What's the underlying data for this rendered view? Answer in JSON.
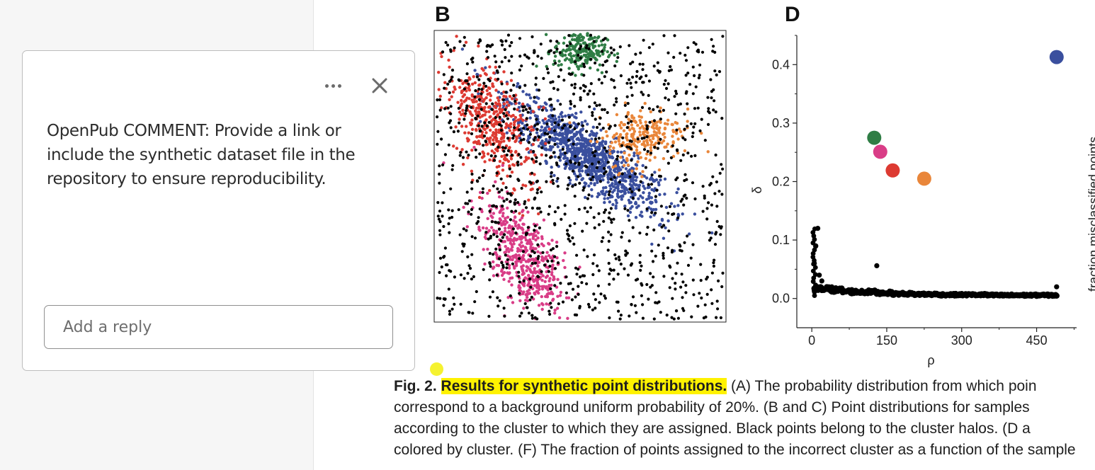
{
  "comment": {
    "text": "OpenPub COMMENT: Provide a link or include the synthetic dataset file in the repository to ensure reproducibility.",
    "reply_placeholder": "Add a reply",
    "more_icon": "more-horizontal-icon",
    "close_icon": "close-icon"
  },
  "figure": {
    "panel_b_label": "B",
    "panel_d_label": "D",
    "right_axis_label": "fraction misclassified points",
    "caption": {
      "fig_label": "Fig. 2.",
      "title": "Results for synthetic point distributions.",
      "line1_rest": " (A) The probability distribution from which poin",
      "line2": "correspond to a background uniform probability of 20%. (B and C) Point distributions for samples",
      "line3": "according to the cluster to which they are assigned. Black points belong to the cluster halos. (D a",
      "line4": "colored by cluster. (F) The fraction of points assigned to the incorrect cluster as a function of the sample"
    }
  },
  "colors": {
    "highlight": "#fff200",
    "cluster_blue": "#3a4f9e",
    "cluster_red": "#dd3a32",
    "cluster_green": "#2f7d45",
    "cluster_orange": "#e9863a",
    "cluster_pink": "#d93d87",
    "halo": "#000000"
  },
  "chart_data": [
    {
      "type": "scatter",
      "title": "B",
      "xlabel": "",
      "ylabel": "",
      "grid": false,
      "series": [
        {
          "color": "#3a4f9e",
          "center": [
            0.52,
            0.57
          ],
          "points": 1000
        },
        {
          "color": "#dd3a32",
          "center": [
            0.2,
            0.68
          ],
          "points": 450
        },
        {
          "color": "#2f7d45",
          "center": [
            0.5,
            0.93
          ],
          "points": 220
        },
        {
          "color": "#e9863a",
          "center": [
            0.72,
            0.64
          ],
          "points": 230
        },
        {
          "color": "#d93d87",
          "center": [
            0.3,
            0.22
          ],
          "points": 500
        },
        {
          "color": "#000000",
          "points": 1100
        }
      ]
    },
    {
      "type": "scatter",
      "title": "D",
      "xlabel": "ρ",
      "ylabel": "δ",
      "xlim": [
        -30,
        530
      ],
      "ylim": [
        -0.05,
        0.45
      ],
      "xticks": [
        "0",
        "150",
        "300",
        "450"
      ],
      "yticks": [
        "0.0",
        "0.1",
        "0.2",
        "0.3",
        "0.4"
      ],
      "grid": false,
      "series": [
        {
          "color": "#3a4f9e",
          "x": [
            490
          ],
          "y": [
            0.413
          ]
        },
        {
          "color": "#2f7d45",
          "x": [
            125
          ],
          "y": [
            0.275
          ]
        },
        {
          "color": "#d93d87",
          "x": [
            137
          ],
          "y": [
            0.251
          ]
        },
        {
          "color": "#dd3a32",
          "x": [
            162
          ],
          "y": [
            0.219
          ]
        },
        {
          "color": "#e9863a",
          "x": [
            225
          ],
          "y": [
            0.205
          ]
        },
        {
          "color": "#000000",
          "x": [
            5,
            8,
            12,
            15,
            20,
            40,
            60,
            80,
            100,
            130,
            160,
            200,
            250,
            300,
            350,
            400,
            450,
            490
          ],
          "y": [
            0.06,
            0.09,
            0.12,
            0.04,
            0.03,
            0.02,
            0.018,
            0.015,
            0.014,
            0.056,
            0.012,
            0.01,
            0.009,
            0.008,
            0.008,
            0.007,
            0.007,
            0.02
          ]
        }
      ]
    }
  ]
}
